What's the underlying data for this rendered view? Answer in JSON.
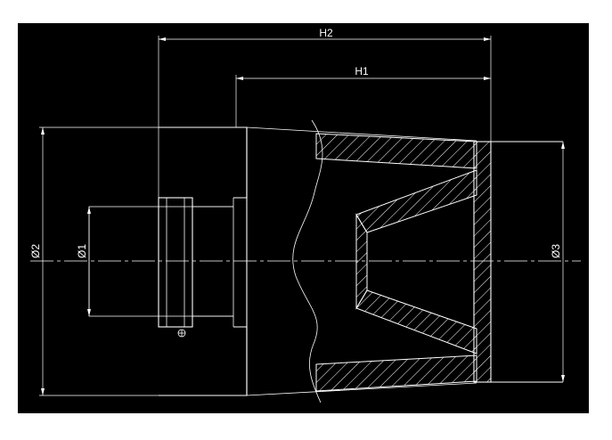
{
  "colors": {
    "frame_background": "#000000",
    "page_background": "#ffffff",
    "line": "#ffffff",
    "hatch": "#ffffff"
  },
  "dimensions": {
    "h2": "H2",
    "h1": "H1",
    "d1": "Ø1",
    "d2": "Ø2",
    "d3": "Ø3"
  },
  "icons": {
    "clamp_screw": "clamp-screw-icon"
  }
}
